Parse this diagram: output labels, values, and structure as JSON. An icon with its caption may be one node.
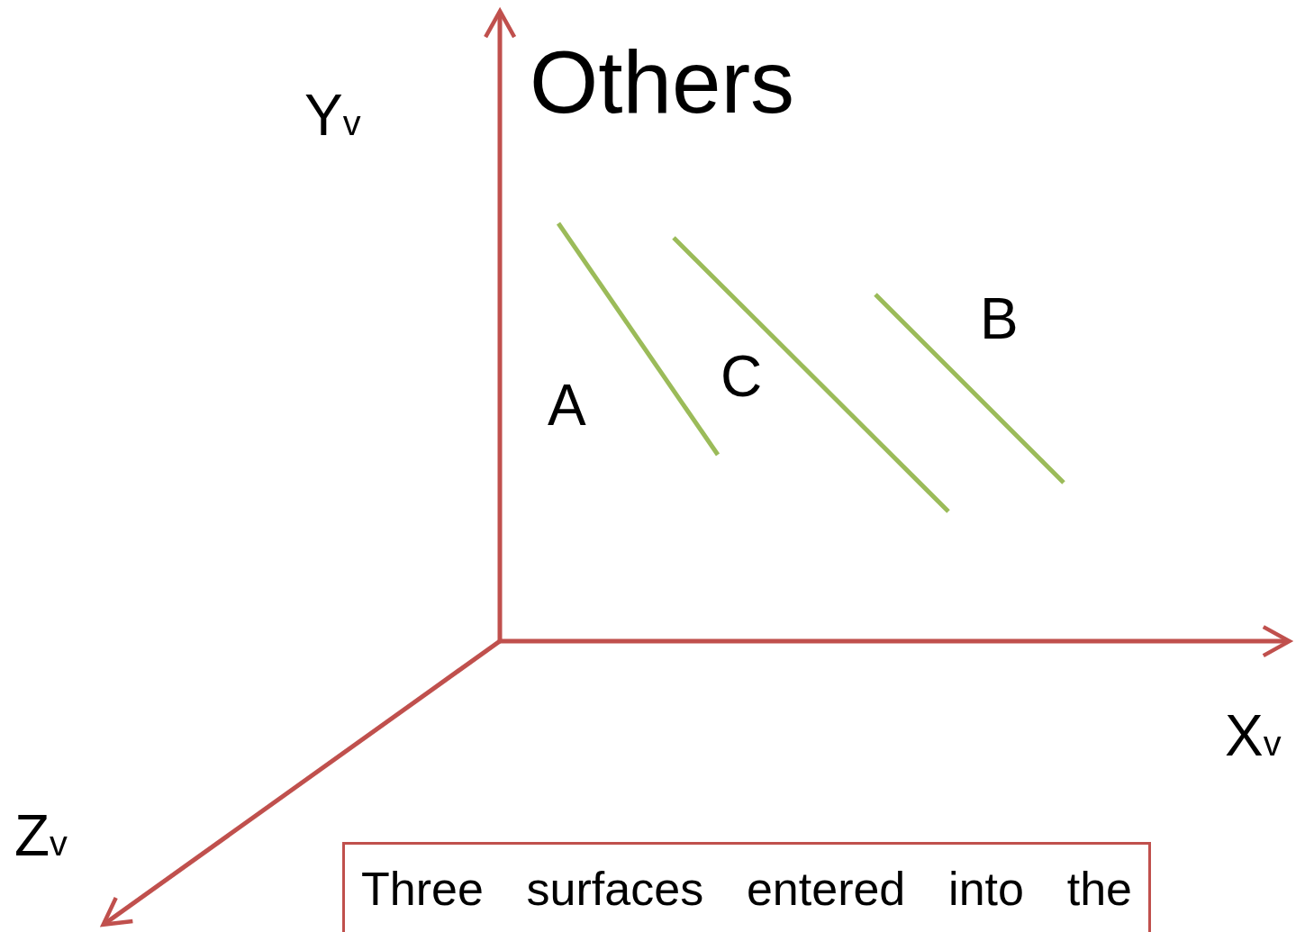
{
  "diagram": {
    "title": "Others",
    "nodes": [
      {
        "text": [
          "Three surfaces entered into the"
        ]
      }
    ],
    "labels": [
      "Y$_{v}$",
      "B",
      "C",
      "A",
      "X$_{v}$",
      "Z$_{v}$"
    ]
  }
}
